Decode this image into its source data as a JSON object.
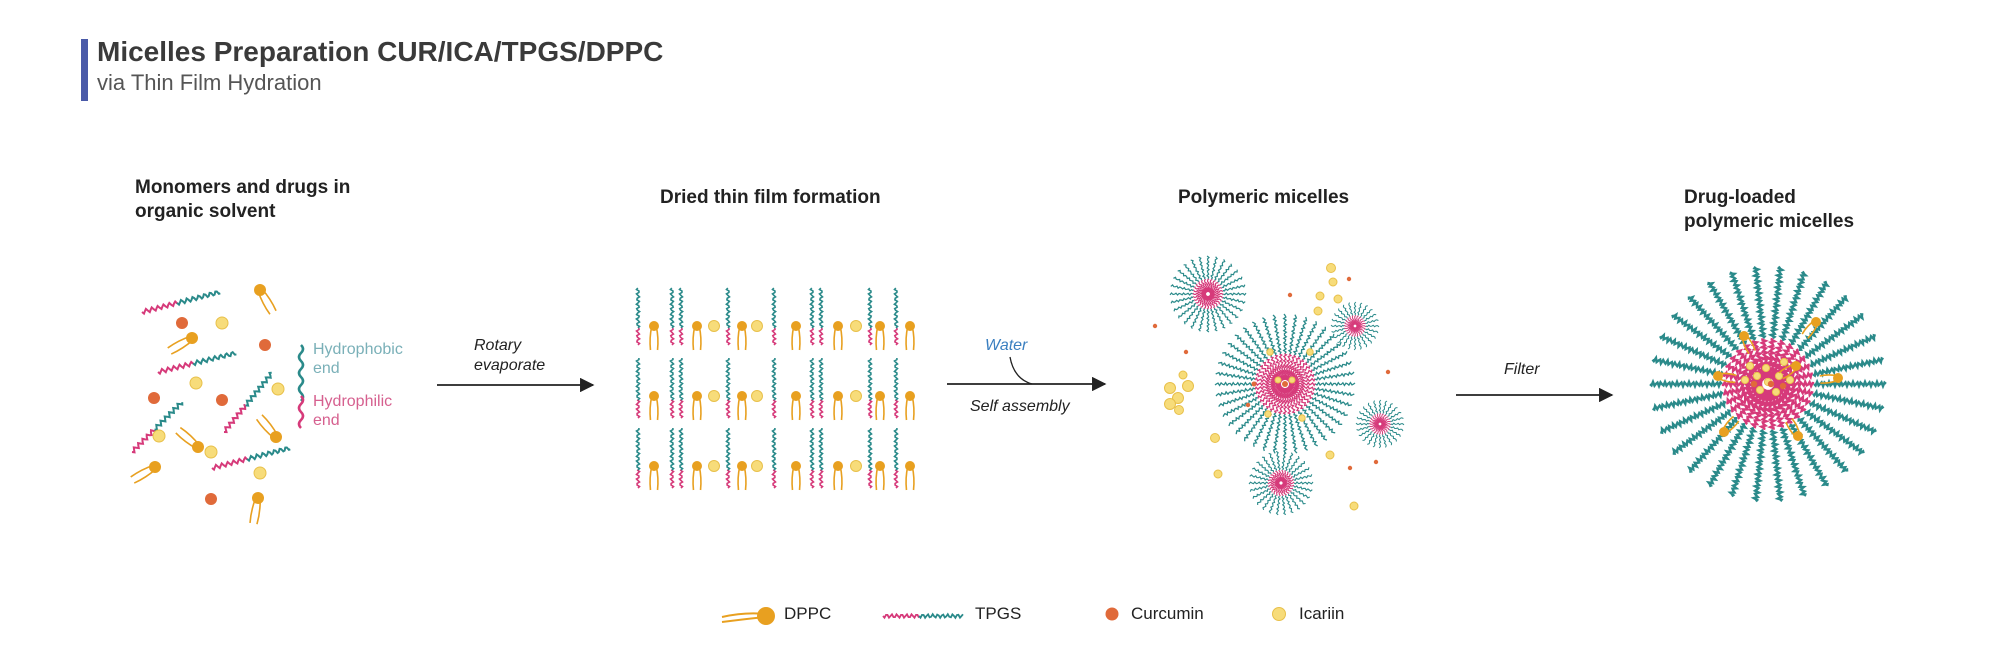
{
  "header": {
    "title": "Micelles Preparation CUR/ICA/TPGS/DPPC",
    "subtitle": "via Thin Film Hydration"
  },
  "stages": {
    "s1": "Monomers and drugs in organic solvent",
    "s2": "Dried thin film formation",
    "s3": "Polymeric micelles",
    "s4": "Drug-loaded polymeric micelles"
  },
  "annotations": {
    "hydrophobic": "Hydrophobic end",
    "hydrophilic": "Hydrophilic end"
  },
  "steps": {
    "rotary": "Rotary evaporate",
    "water": "Water",
    "self_assembly": "Self assembly",
    "filter": "Filter"
  },
  "legend": {
    "dppc": "DPPC",
    "tpgs": "TPGS",
    "curcumin": "Curcumin",
    "icariin": "Icariin"
  },
  "colors": {
    "teal": "#2a8a8a",
    "pink": "#d63a7a",
    "dppc": "#e8a020",
    "curcumin": "#e06a3a",
    "icariin": "#f7dc7a",
    "accent": "#4a5aa8"
  }
}
